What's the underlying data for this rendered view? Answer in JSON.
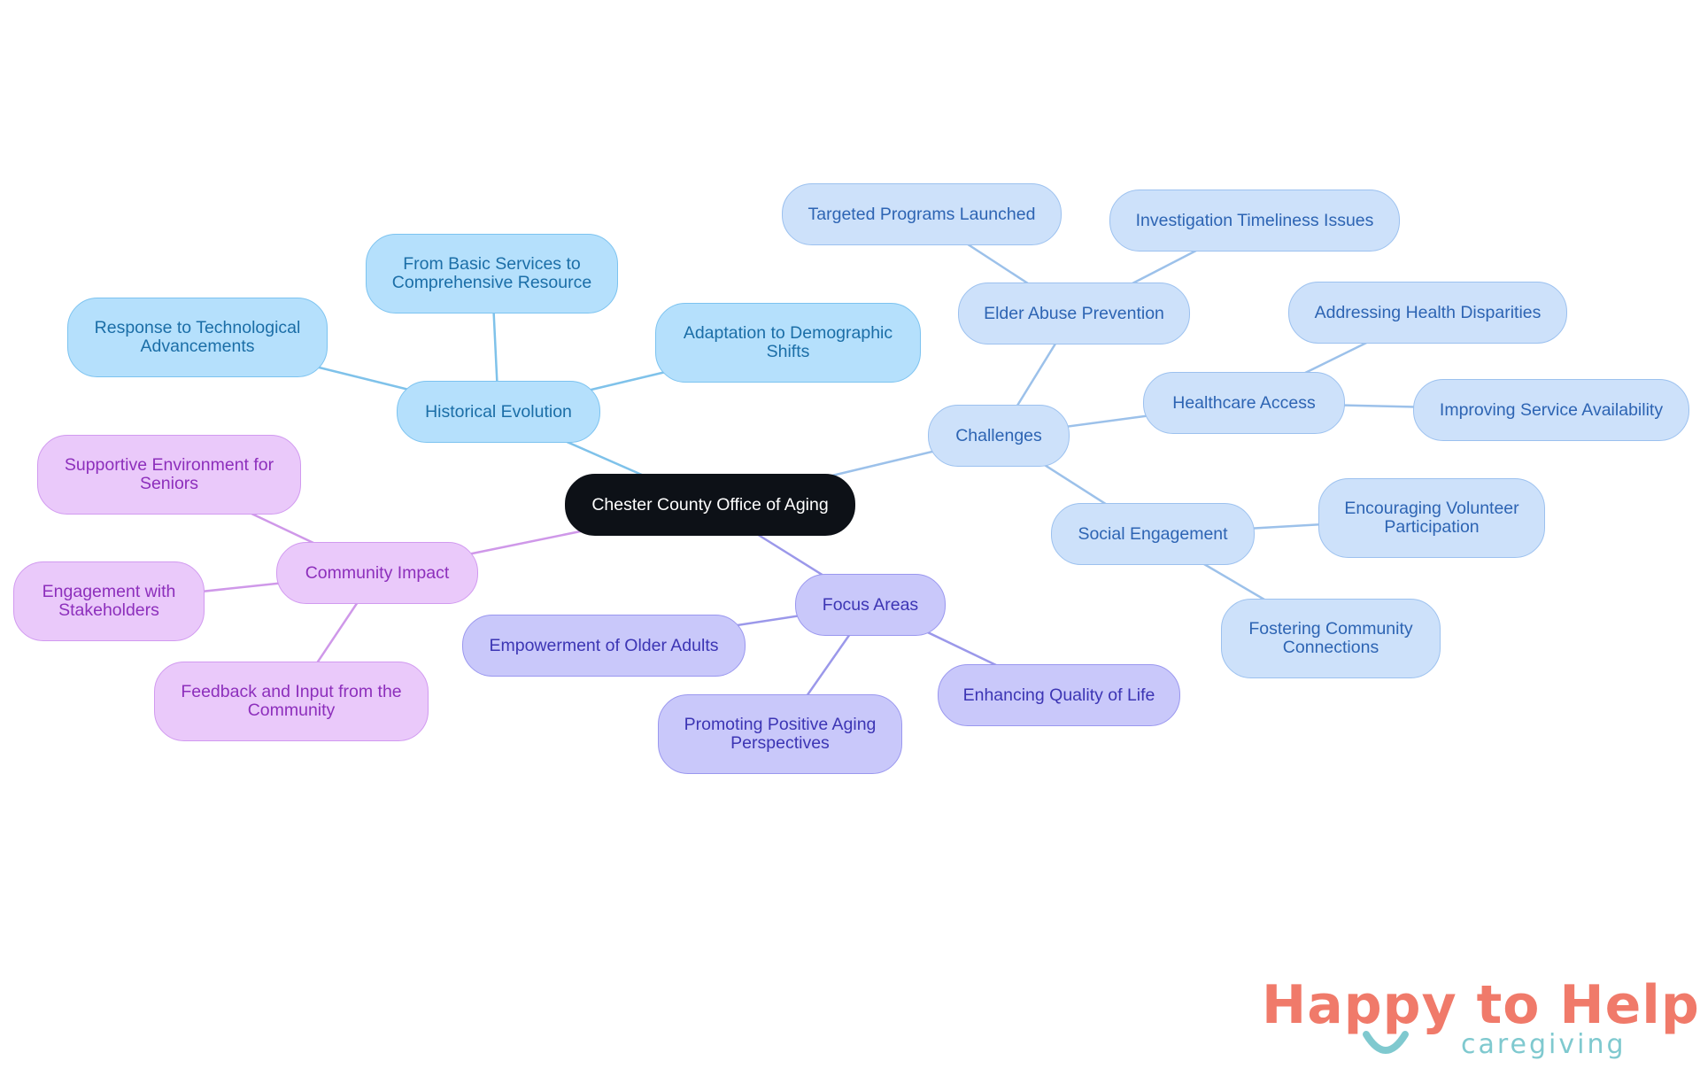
{
  "colors": {
    "root": "#0d1117",
    "branch_history": "#7fc2ea",
    "branch_challenges": "#9cc1ea",
    "branch_focus": "#9b98ea",
    "branch_community": "#cf98e9",
    "logo_main": "#f07a6a",
    "logo_accent": "#7fc9cf"
  },
  "mindmap": {
    "root": "Chester County Office of Aging",
    "branches": [
      {
        "id": "history",
        "label": "Historical Evolution",
        "children": [
          "Response to Technological Advancements",
          "From Basic Services to Comprehensive Resource",
          "Adaptation to Demographic Shifts"
        ]
      },
      {
        "id": "challenges",
        "label": "Challenges",
        "children": [
          {
            "label": "Elder Abuse Prevention",
            "children": [
              "Targeted Programs Launched",
              "Investigation Timeliness Issues"
            ]
          },
          {
            "label": "Healthcare Access",
            "children": [
              "Addressing Health Disparities",
              "Improving Service Availability"
            ]
          },
          {
            "label": "Social Engagement",
            "children": [
              "Encouraging Volunteer Participation",
              "Fostering Community Connections"
            ]
          }
        ]
      },
      {
        "id": "focus",
        "label": "Focus Areas",
        "children": [
          "Empowerment of Older Adults",
          "Enhancing Quality of Life",
          "Promoting Positive Aging Perspectives"
        ]
      },
      {
        "id": "community",
        "label": "Community Impact",
        "children": [
          "Supportive Environment for Seniors",
          "Engagement with Stakeholders",
          "Feedback and Input from the Community"
        ]
      }
    ]
  },
  "logo": {
    "line1": "Happy to Help",
    "line2": "caregiving"
  }
}
